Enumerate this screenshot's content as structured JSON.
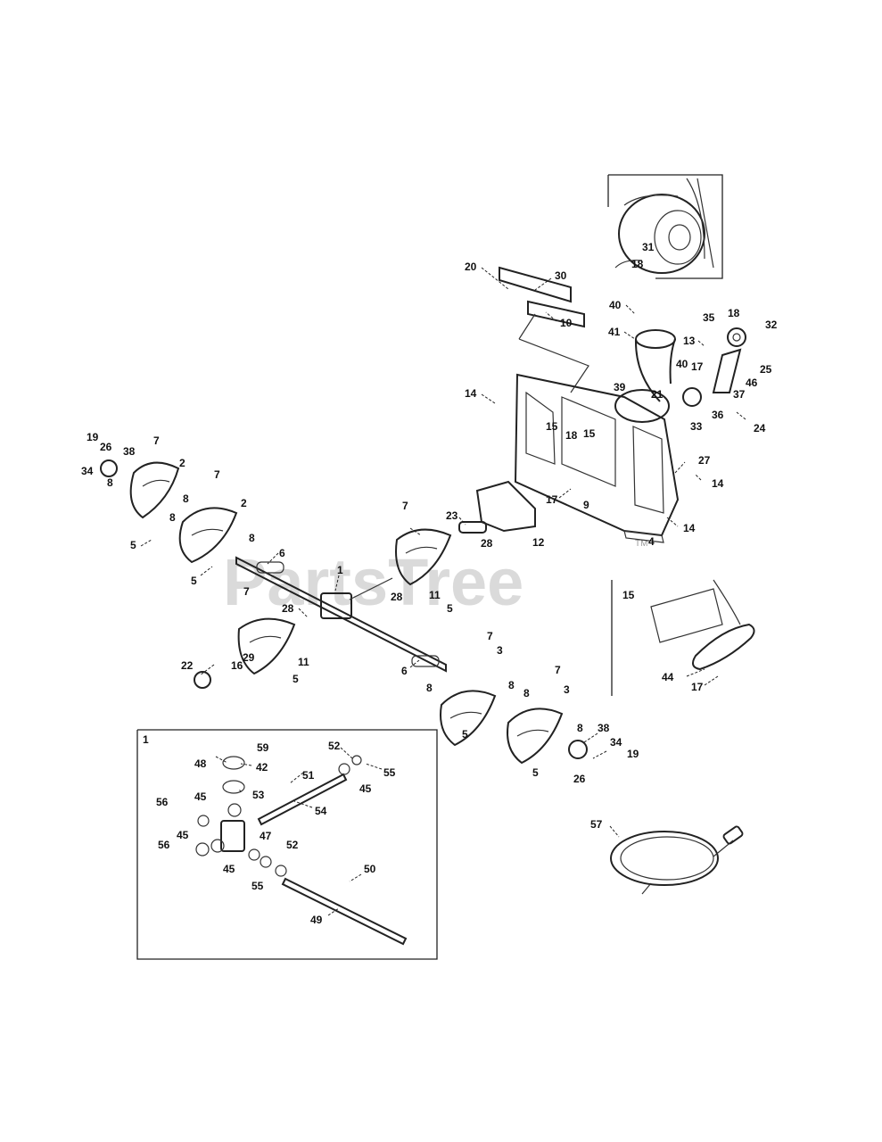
{
  "watermark": {
    "text": "PartsTree",
    "tm": "TM"
  },
  "inset_label": "1",
  "callouts": [
    {
      "id": "c20a",
      "text": "20"
    },
    {
      "id": "c30",
      "text": "30"
    },
    {
      "id": "c10",
      "text": "10"
    },
    {
      "id": "c31",
      "text": "31"
    },
    {
      "id": "c18a",
      "text": "18"
    },
    {
      "id": "c40a",
      "text": "40"
    },
    {
      "id": "c41",
      "text": "41"
    },
    {
      "id": "c35",
      "text": "35"
    },
    {
      "id": "c18b",
      "text": "18"
    },
    {
      "id": "c32",
      "text": "32"
    },
    {
      "id": "c13",
      "text": "13"
    },
    {
      "id": "c40b",
      "text": "40"
    },
    {
      "id": "c17a",
      "text": "17"
    },
    {
      "id": "c25",
      "text": "25"
    },
    {
      "id": "c46",
      "text": "46"
    },
    {
      "id": "c39",
      "text": "39"
    },
    {
      "id": "c21",
      "text": "21"
    },
    {
      "id": "c37",
      "text": "37"
    },
    {
      "id": "c36",
      "text": "36"
    },
    {
      "id": "c33",
      "text": "33"
    },
    {
      "id": "c24",
      "text": "24"
    },
    {
      "id": "c14a",
      "text": "14"
    },
    {
      "id": "c15a",
      "text": "15"
    },
    {
      "id": "c18c",
      "text": "18"
    },
    {
      "id": "c15b",
      "text": "15"
    },
    {
      "id": "c27",
      "text": "27"
    },
    {
      "id": "c14b",
      "text": "14"
    },
    {
      "id": "c17b",
      "text": "17"
    },
    {
      "id": "c9",
      "text": "9"
    },
    {
      "id": "c14c",
      "text": "14"
    },
    {
      "id": "c4",
      "text": "4"
    },
    {
      "id": "c23",
      "text": "23"
    },
    {
      "id": "c28a",
      "text": "28"
    },
    {
      "id": "c12",
      "text": "12"
    },
    {
      "id": "c19a",
      "text": "19"
    },
    {
      "id": "c26a",
      "text": "26"
    },
    {
      "id": "c7a",
      "text": "7"
    },
    {
      "id": "c38a",
      "text": "38"
    },
    {
      "id": "c2a",
      "text": "2"
    },
    {
      "id": "c34a",
      "text": "34"
    },
    {
      "id": "c8a",
      "text": "8"
    },
    {
      "id": "c7b",
      "text": "7"
    },
    {
      "id": "c8b",
      "text": "8"
    },
    {
      "id": "c2b",
      "text": "2"
    },
    {
      "id": "c8c",
      "text": "8"
    },
    {
      "id": "c5a",
      "text": "5"
    },
    {
      "id": "c8d",
      "text": "8"
    },
    {
      "id": "c6a",
      "text": "6"
    },
    {
      "id": "c5b",
      "text": "5"
    },
    {
      "id": "c7c",
      "text": "7"
    },
    {
      "id": "c1",
      "text": "1"
    },
    {
      "id": "c28b",
      "text": "28"
    },
    {
      "id": "c11a",
      "text": "11"
    },
    {
      "id": "c5c",
      "text": "5"
    },
    {
      "id": "c7d",
      "text": "7"
    },
    {
      "id": "c28c",
      "text": "28"
    },
    {
      "id": "c15c",
      "text": "15"
    },
    {
      "id": "c22",
      "text": "22"
    },
    {
      "id": "c16",
      "text": "16"
    },
    {
      "id": "c29",
      "text": "29"
    },
    {
      "id": "c11b",
      "text": "11"
    },
    {
      "id": "c5d",
      "text": "5"
    },
    {
      "id": "c6b",
      "text": "6"
    },
    {
      "id": "c7e",
      "text": "7"
    },
    {
      "id": "c3a",
      "text": "3"
    },
    {
      "id": "c8e",
      "text": "8"
    },
    {
      "id": "c44",
      "text": "44"
    },
    {
      "id": "c17c",
      "text": "17"
    },
    {
      "id": "c7f",
      "text": "7"
    },
    {
      "id": "c8f",
      "text": "8"
    },
    {
      "id": "c8g",
      "text": "8"
    },
    {
      "id": "c3b",
      "text": "3"
    },
    {
      "id": "c5e",
      "text": "5"
    },
    {
      "id": "c8h",
      "text": "8"
    },
    {
      "id": "c38b",
      "text": "38"
    },
    {
      "id": "c34b",
      "text": "34"
    },
    {
      "id": "c19b",
      "text": "19"
    },
    {
      "id": "c26b",
      "text": "26"
    },
    {
      "id": "c5f",
      "text": "5"
    },
    {
      "id": "c59",
      "text": "59"
    },
    {
      "id": "c48",
      "text": "48"
    },
    {
      "id": "c42",
      "text": "42"
    },
    {
      "id": "c52a",
      "text": "52"
    },
    {
      "id": "c55a",
      "text": "55"
    },
    {
      "id": "c51",
      "text": "51"
    },
    {
      "id": "c45a",
      "text": "45"
    },
    {
      "id": "c53",
      "text": "53"
    },
    {
      "id": "c56a",
      "text": "56"
    },
    {
      "id": "c45b",
      "text": "45"
    },
    {
      "id": "c54",
      "text": "54"
    },
    {
      "id": "c47",
      "text": "47"
    },
    {
      "id": "c45c",
      "text": "45"
    },
    {
      "id": "c52b",
      "text": "52"
    },
    {
      "id": "c56b",
      "text": "56"
    },
    {
      "id": "c45d",
      "text": "45"
    },
    {
      "id": "c50",
      "text": "50"
    },
    {
      "id": "c55b",
      "text": "55"
    },
    {
      "id": "c49",
      "text": "49"
    },
    {
      "id": "c57",
      "text": "57"
    }
  ]
}
